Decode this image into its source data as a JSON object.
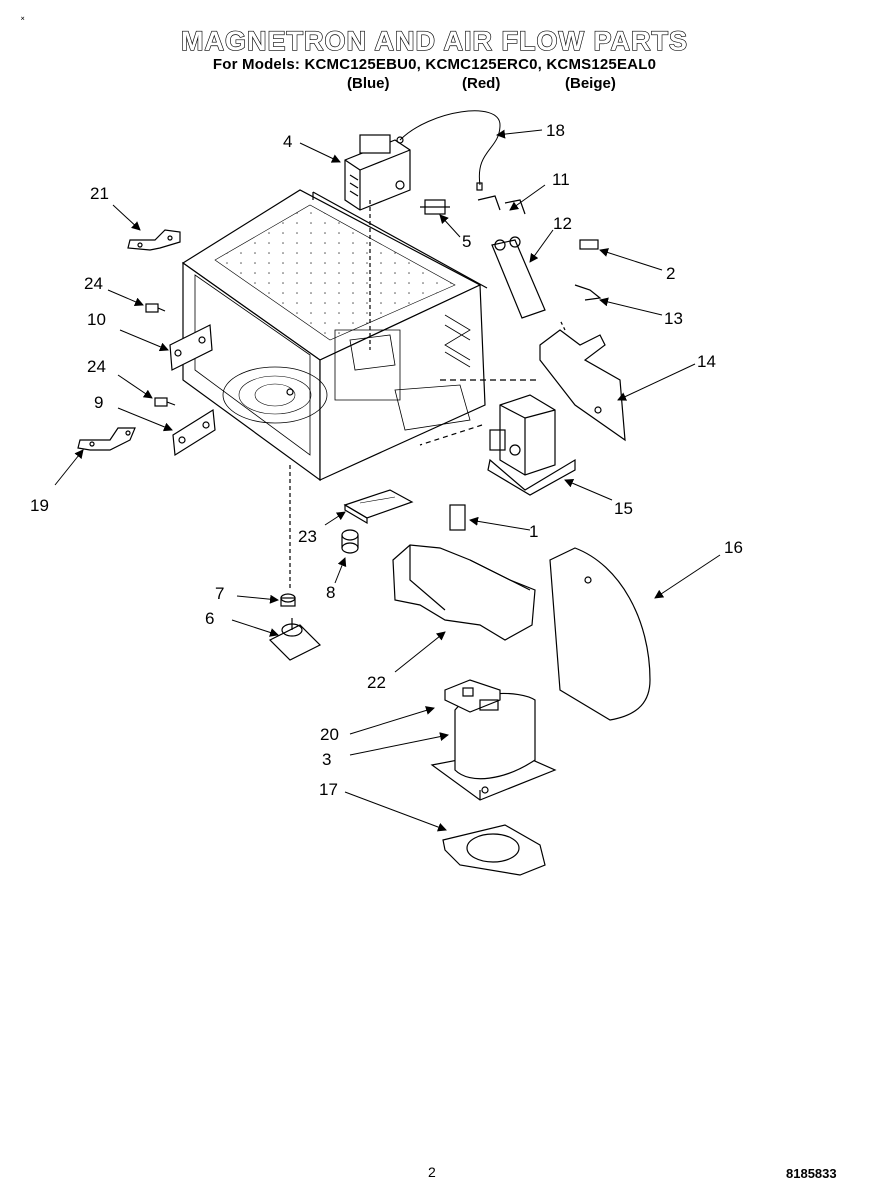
{
  "header": {
    "title": "MAGNETRON AND AIR FLOW PARTS",
    "models_line": "For Models: KCMC125EBU0, KCMC125ERC0, KCMS125EAL0",
    "colors": [
      "(Blue)",
      "(Red)",
      "(Beige)"
    ],
    "corner_mark": "˟"
  },
  "callouts": [
    "1",
    "2",
    "3",
    "4",
    "5",
    "6",
    "7",
    "8",
    "9",
    "10",
    "11",
    "12",
    "13",
    "14",
    "15",
    "16",
    "17",
    "18",
    "19",
    "20",
    "21",
    "22",
    "23",
    "24",
    "24"
  ],
  "footer": {
    "page_number": "2",
    "doc_number": "8185833"
  }
}
